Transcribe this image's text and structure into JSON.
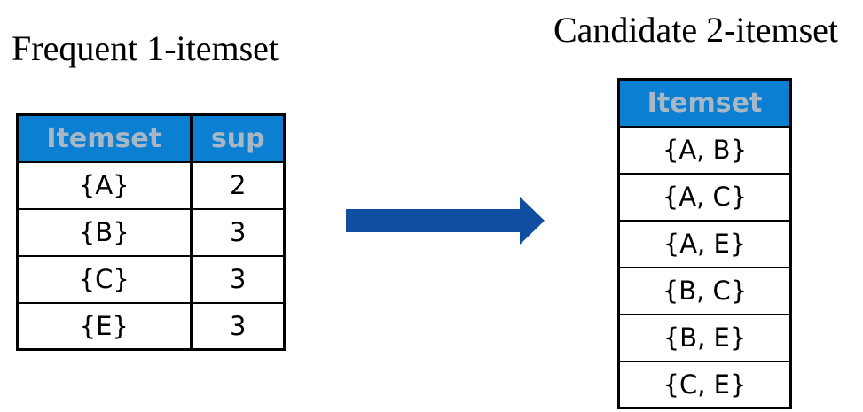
{
  "left": {
    "title": "Frequent 1-itemset",
    "headers": [
      "Itemset",
      "sup"
    ],
    "rows": [
      [
        "{A}",
        "2"
      ],
      [
        "{B}",
        "3"
      ],
      [
        "{C}",
        "3"
      ],
      [
        "{E}",
        "3"
      ]
    ]
  },
  "right": {
    "title": "Candidate 2-itemset",
    "header": "Itemset",
    "rows": [
      "{A, B}",
      "{A, C}",
      "{A, E}",
      "{B, C}",
      "{B, E}",
      "{C, E}"
    ]
  },
  "colors": {
    "header_bg": "#0b7fd1",
    "header_text": "#a7b7c6",
    "arrow": "#0f4ea0"
  },
  "icons": {
    "arrow": "right-arrow-icon"
  }
}
